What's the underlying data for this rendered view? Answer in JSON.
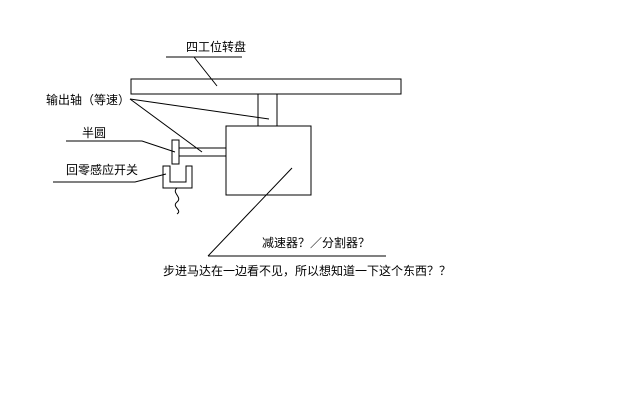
{
  "labels": {
    "turntable": "四工位转盘",
    "output_shaft": "输出轴（等速）",
    "half_ring": "半圆",
    "zero_sensor": "回零感应开关",
    "reducer": "减速器？／分割器？",
    "note": "步进马达在一边看不见，所以想知道一下这个东西？？"
  },
  "colors": {
    "stroke": "#000000",
    "background": "#ffffff"
  }
}
